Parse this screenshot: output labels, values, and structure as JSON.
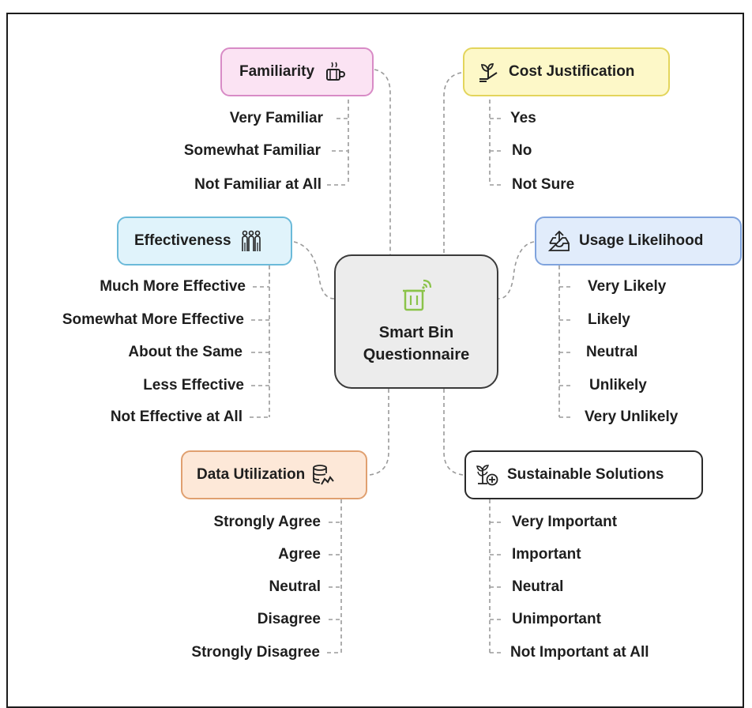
{
  "center": {
    "title": "Smart Bin\nQuestionnaire",
    "icon": "smart-bin-wifi-icon",
    "accent": "#8bc34a"
  },
  "branches": {
    "familiarity": {
      "label": "Familiarity",
      "icon": "coffee-cup-icon",
      "fill": "#fbe3f3",
      "stroke": "#d88bc6",
      "options": [
        "Very Familiar",
        "Somewhat Familiar",
        "Not Familiar at All"
      ]
    },
    "cost": {
      "label": "Cost Justification",
      "icon": "plant-hand-icon",
      "fill": "#fdf8c8",
      "stroke": "#e3d55c",
      "options": [
        "Yes",
        "No",
        "Not Sure"
      ]
    },
    "effectiveness": {
      "label": "Effectiveness",
      "icon": "team-people-icon",
      "fill": "#e0f3fb",
      "stroke": "#6bbad9",
      "options": [
        "Much More Effective",
        "Somewhat More Effective",
        "About the Same",
        "Less Effective",
        "Not Effective at All"
      ]
    },
    "usage": {
      "label": "Usage Likelihood",
      "icon": "inbox-upload-icon",
      "fill": "#e1ecfb",
      "stroke": "#7fa3dd",
      "options": [
        "Very Likely",
        "Likely",
        "Neutral",
        "Unlikely",
        "Very Unlikely"
      ]
    },
    "data": {
      "label": "Data Utilization",
      "icon": "database-chart-icon",
      "fill": "#fde8d8",
      "stroke": "#e0a070",
      "options": [
        "Strongly Agree",
        "Agree",
        "Neutral",
        "Disagree",
        "Strongly Disagree"
      ]
    },
    "sustainable": {
      "label": "Sustainable Solutions",
      "icon": "recycle-plant-icon",
      "fill": "#ffffff",
      "stroke": "#2a2a2a",
      "options": [
        "Very Important",
        "Important",
        "Neutral",
        "Unimportant",
        "Not Important at All"
      ]
    }
  }
}
